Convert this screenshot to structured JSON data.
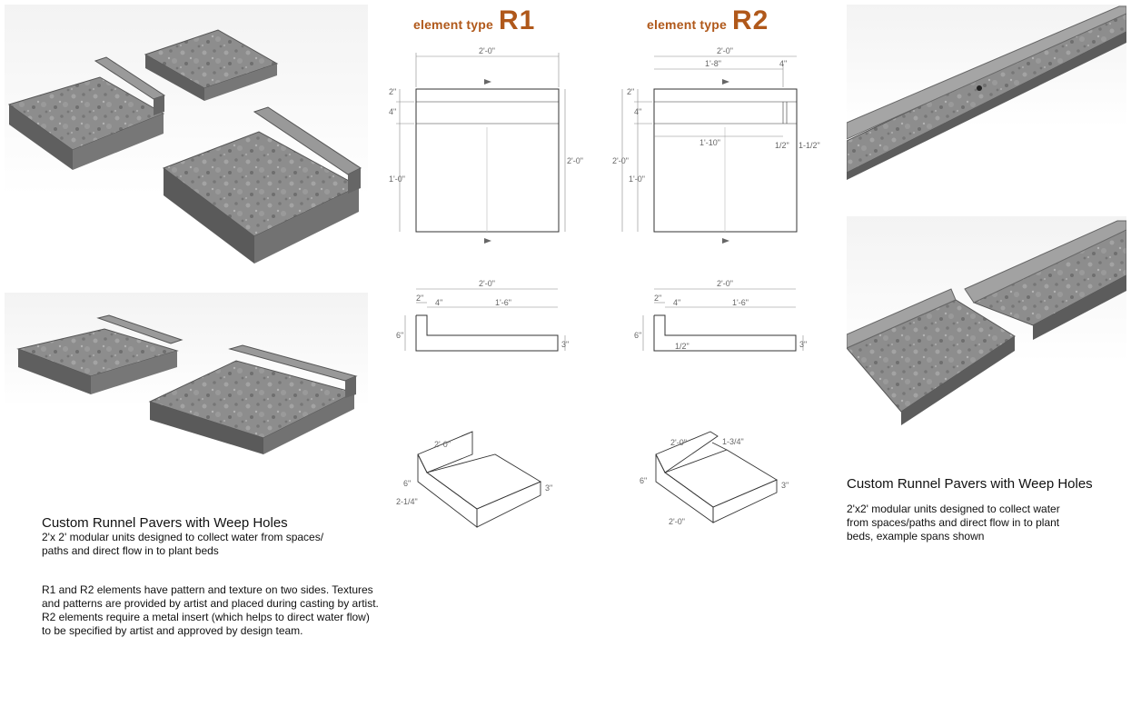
{
  "headers": {
    "r1": {
      "prefix": "element type",
      "code": "R1"
    },
    "r2": {
      "prefix": "element type",
      "code": "R2"
    }
  },
  "r1_plan": {
    "overall_width": "2'-0\"",
    "overall_depth": "2'-0\"",
    "dim_2": "2\"",
    "dim_4": "4\"",
    "dim_1_0": "1'-0\""
  },
  "r2_plan": {
    "overall_width": "2'-0\"",
    "width_1_8": "1'-8\"",
    "width_4": "4\"",
    "overall_depth": "2'-0\"",
    "dim_2": "2\"",
    "dim_4": "4\"",
    "dim_1_0": "1'-0\"",
    "dim_1_10": "1'-10\"",
    "dim_half": "1/2\"",
    "dim_1_half": "1-1/2\""
  },
  "r1_section": {
    "overall": "2'-0\"",
    "dim_2": "2\"",
    "dim_4": "4\"",
    "dim_1_6": "1'-6\"",
    "dim_6": "6\"",
    "dim_3": "3\""
  },
  "r2_section": {
    "overall": "2'-0\"",
    "dim_2": "2\"",
    "dim_4": "4\"",
    "dim_1_6": "1'-6\"",
    "dim_6": "6\"",
    "dim_3": "3\"",
    "dim_half": "1/2\""
  },
  "r1_iso": {
    "dim_2_0": "2'-0\"",
    "dim_6": "6\"",
    "dim_2_quarter": "2-1/4\"",
    "dim_3": "3\""
  },
  "r2_iso": {
    "dim_2_0_top": "2'-0\"",
    "dim_1_3_4": "1-3/4\"",
    "dim_6": "6\"",
    "dim_3": "3\"",
    "dim_2_0_bottom": "2'-0\""
  },
  "left_caption": {
    "title": "Custom Runnel Pavers with Weep Holes",
    "line1": "2'x 2' modular units designed to collect water from spaces/",
    "line2": "paths and direct flow in to plant beds",
    "para_lines": [
      "R1 and R2 elements have pattern and texture on two sides. Textures",
      "and patterns are provided by artist and placed during casting by artist.",
      "R2 elements require a metal insert (which helps to direct water flow)",
      "to be specified by artist and approved by design team."
    ]
  },
  "right_caption": {
    "title": "Custom Runnel Pavers with Weep Holes",
    "lines": [
      "2'x2' modular units designed to collect water",
      "from spaces/paths and direct flow in to plant",
      "beds, example spans shown"
    ]
  }
}
